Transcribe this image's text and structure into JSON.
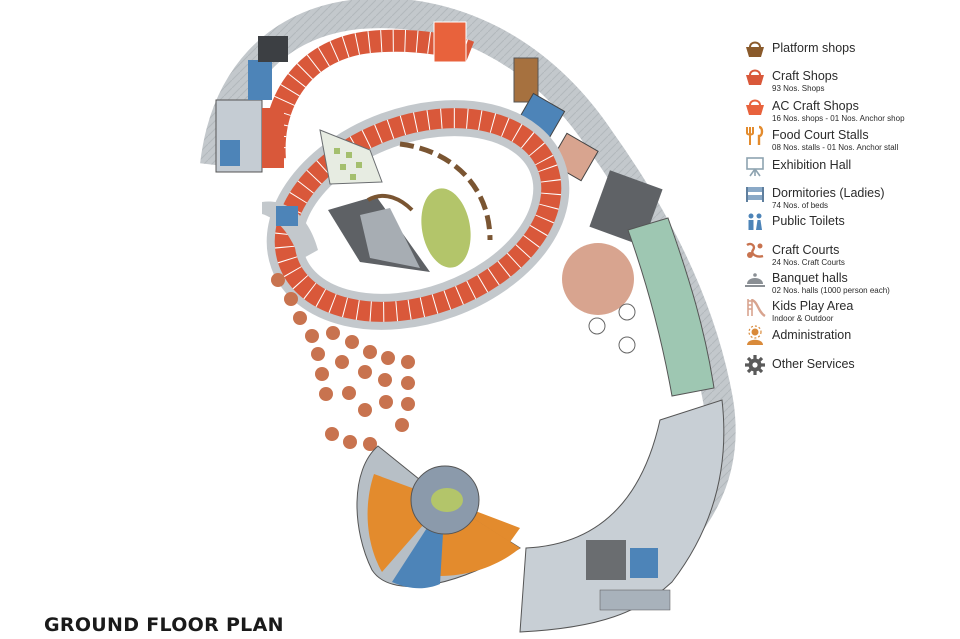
{
  "title": "GROUND FLOOR PLAN",
  "colors": {
    "craft_shop": "#d9583a",
    "ac_craft": "#e8623c",
    "corridor": "#bcc3c8",
    "kids_area": "#9ec7b2",
    "banquet_dome": "#d8a48f",
    "lawn": "#b3c56a",
    "food_court": "#e38b2d",
    "toilets": "#4d84b8",
    "dark_block": "#6a6d70",
    "admin": "#d98a3a",
    "services": "#5a5a5a",
    "shops": "#8a5a2b"
  },
  "legend": [
    {
      "icon": "basket-icon",
      "name": "Platform shops",
      "detail": ""
    },
    {
      "icon": "basket-icon",
      "name": "Craft Shops",
      "detail": "93 Nos. Shops"
    },
    {
      "icon": "basket-icon",
      "name": "AC Craft Shops",
      "detail": "16 Nos. shops - 01 Nos. Anchor shop"
    },
    {
      "icon": "cutlery-icon",
      "name": "Food Court Stalls",
      "detail": "08 Nos. stalls - 01 Nos. Anchor stall"
    },
    {
      "icon": "easel-icon",
      "name": "Exhibition Hall",
      "detail": ""
    },
    {
      "icon": "bed-icon",
      "name": "Dormitories (Ladies)",
      "detail": "74 Nos. of beds"
    },
    {
      "icon": "toilet-icon",
      "name": "Public Toilets",
      "detail": ""
    },
    {
      "icon": "pottery-icon",
      "name": "Craft Courts",
      "detail": "24 Nos. Craft Courts"
    },
    {
      "icon": "cloche-icon",
      "name": "Banquet halls",
      "detail": "02 Nos. halls (1000 person each)"
    },
    {
      "icon": "slide-icon",
      "name": "Kids Play Area",
      "detail": "Indoor & Outdoor"
    },
    {
      "icon": "admin-icon",
      "name": "Administration",
      "detail": ""
    },
    {
      "icon": "gear-icon",
      "name": "Other Services",
      "detail": ""
    }
  ]
}
